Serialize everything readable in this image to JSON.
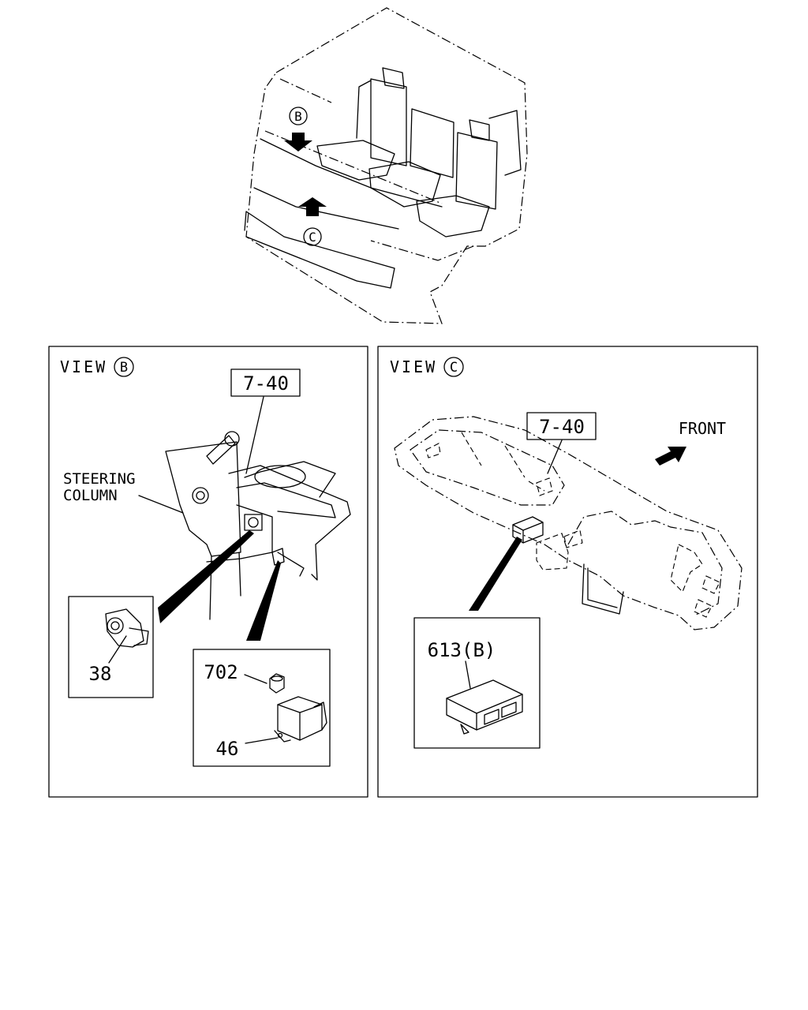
{
  "overview": {
    "view_b_marker": "B",
    "view_c_marker": "C"
  },
  "view_b": {
    "title": "VIEW",
    "marker": "B",
    "ref_box": "7-40",
    "steering_label_1": "STEERING",
    "steering_label_2": "COLUMN",
    "part_38": "38",
    "part_702": "702",
    "part_46": "46"
  },
  "view_c": {
    "title": "VIEW",
    "marker": "C",
    "ref_box": "7-40",
    "front_label": "FRONT",
    "part_613": "613(B)"
  }
}
